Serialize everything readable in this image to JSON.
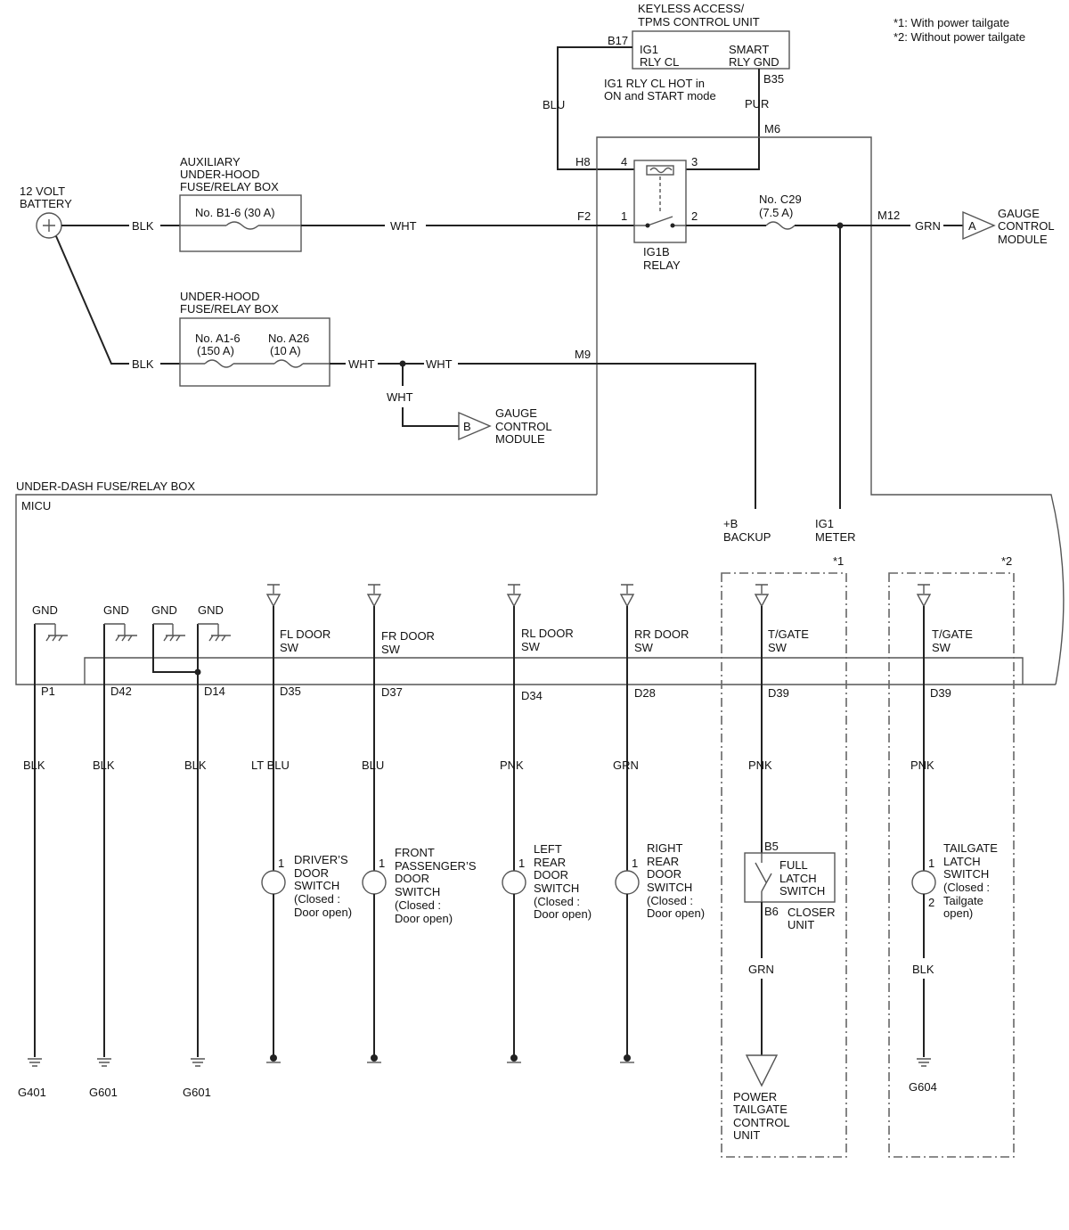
{
  "notes": {
    "n1": "*1: With power tailgate",
    "n2": "*2: Without power tailgate"
  },
  "keyless": {
    "title1": "KEYLESS ACCESS/",
    "title2": "TPMS CONTROL UNIT",
    "b17": "B17",
    "b35": "B35",
    "ig1": "IG1",
    "rlycl": "RLY CL",
    "smart": "SMART",
    "rlygnd": "RLY GND",
    "hot1": "IG1 RLY CL HOT in",
    "hot2": "ON and START mode",
    "blu": "BLU",
    "pur": "PUR",
    "m6": "M6"
  },
  "battery": {
    "l1": "12 VOLT",
    "l2": "BATTERY",
    "blk1": "BLK",
    "blk2": "BLK"
  },
  "aux_box": {
    "l1": "AUXILIARY",
    "l2": "UNDER-HOOD",
    "l3": "FUSE/RELAY BOX",
    "fuse": "No. B1-6 (30 A)",
    "wht": "WHT",
    "f2": "F2"
  },
  "relay": {
    "h8": "H8",
    "p4": "4",
    "p3": "3",
    "p1": "1",
    "p2": "2",
    "name1": "IG1B",
    "name2": "RELAY"
  },
  "c29": {
    "l1": "No. C29",
    "l2": "(7.5 A)",
    "m12": "M12",
    "grn": "GRN",
    "conn": "A",
    "g1": "GAUGE",
    "g2": "CONTROL",
    "g3": "MODULE"
  },
  "uh_box": {
    "l1": "UNDER-HOOD",
    "l2": "FUSE/RELAY BOX",
    "fa1": "No. A1-6",
    "fa1b": "(150 A)",
    "fa2": "No. A26",
    "fa2b": "(10 A)",
    "wht1": "WHT",
    "wht2": "WHT",
    "wht3": "WHT",
    "m9": "M9",
    "conn": "B",
    "g1": "GAUGE",
    "g2": "CONTROL",
    "g3": "MODULE"
  },
  "micu": {
    "box": "UNDER-DASH FUSE/RELAY BOX",
    "name": "MICU",
    "backup1": "+B",
    "backup2": "BACKUP",
    "ig1a": "IG1",
    "ig1b": "METER",
    "star1": "*1",
    "star2": "*2"
  },
  "grounds": [
    {
      "label": "GND",
      "pin": "P1",
      "wire": "BLK",
      "g": "G401"
    },
    {
      "label": "GND",
      "pin": "D42",
      "wire": "BLK",
      "g": "G601"
    },
    {
      "label": "GND",
      "pin": "D14",
      "wire": "BLK",
      "g": "G601"
    },
    {
      "label": "GND"
    }
  ],
  "switches": [
    {
      "sw1": "FL DOOR",
      "sw2": "SW",
      "pin": "D35",
      "wire": "LT BLU",
      "n": "1",
      "d": [
        "DRIVER’S",
        "DOOR",
        "SWITCH",
        "(Closed :",
        "Door open)"
      ]
    },
    {
      "sw1": "FR DOOR",
      "sw2": "SW",
      "pin": "D37",
      "wire": "BLU",
      "n": "1",
      "d": [
        "FRONT",
        "PASSENGER’S",
        "DOOR",
        "SWITCH",
        "(Closed :",
        "Door open)"
      ]
    },
    {
      "sw1": "RL DOOR",
      "sw2": "SW",
      "pin": "D34",
      "wire": "PNK",
      "n": "1",
      "d": [
        "LEFT",
        "REAR",
        "DOOR",
        "SWITCH",
        "(Closed :",
        "Door open)"
      ]
    },
    {
      "sw1": "RR DOOR",
      "sw2": "SW",
      "pin": "D28",
      "wire": "GRN",
      "n": "1",
      "d": [
        "RIGHT",
        "REAR",
        "DOOR",
        "SWITCH",
        "(Closed :",
        "Door open)"
      ]
    }
  ],
  "tgate1": {
    "sw1": "T/GATE",
    "sw2": "SW",
    "pin": "D39",
    "wire": "PNK",
    "b5": "B5",
    "b6": "B6",
    "f1": "FULL",
    "f2": "LATCH",
    "f3": "SWITCH",
    "c1": "CLOSER",
    "c2": "UNIT",
    "wire2": "GRN",
    "p1": "POWER",
    "p2": "TAILGATE",
    "p3": "CONTROL",
    "p4": "UNIT"
  },
  "tgate2": {
    "sw1": "T/GATE",
    "sw2": "SW",
    "pin": "D39",
    "wire": "PNK",
    "n1": "1",
    "n2": "2",
    "d": [
      "TAILGATE",
      "LATCH",
      "SWITCH",
      "(Closed :",
      "Tailgate",
      "open)"
    ],
    "wire2": "BLK",
    "g": "G604"
  }
}
